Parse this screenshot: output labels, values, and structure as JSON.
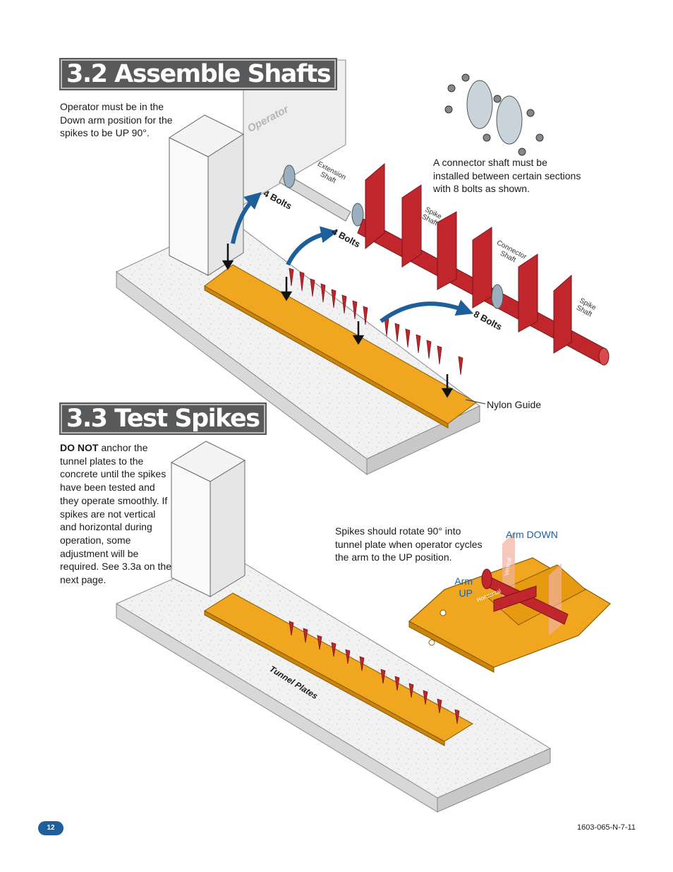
{
  "section_32": {
    "heading": "3.2 Assemble Shafts",
    "note": "Operator must be in the Down arm position for the spikes to be UP 90°.",
    "connector_note": "A connector shaft must be installed between certain sections with 8 bolts as shown.",
    "labels": {
      "operator": "Operator",
      "extension_shaft": "Extension Shaft",
      "spike_shaft_1": "Spike Shaft",
      "connector_shaft": "Connector Shaft",
      "spike_shaft_2": "Spike Shaft",
      "bolts_4a": "4 Bolts",
      "bolts_4b": "4 Bolts",
      "bolts_8": "8 Bolts",
      "nylon_guide": "Nylon Guide"
    }
  },
  "section_33": {
    "heading": "3.3 Test Spikes",
    "warning_bold": "DO NOT",
    "warning_rest": " anchor the tunnel plates to the concrete until the spikes have been tested and they operate smoothly. If spikes are not vertical and horizontal during operation, some adjustment will be required. See 3.3a on the next page.",
    "rotate_note": "Spikes should rotate 90° into tunnel plate when operator cycles the arm to the UP position.",
    "labels": {
      "arm_down": "Arm DOWN",
      "arm_up": "Arm UP",
      "vertical": "Vertical",
      "horizontal": "Horizontal",
      "tunnel_plates": "Tunnel Plates"
    }
  },
  "footer": {
    "page_number": "12",
    "doc_code": "1603-065-N-7-11"
  },
  "colors": {
    "heading_bg": "#58595b",
    "spike_red": "#c0262c",
    "tunnel_orange": "#f0a71f",
    "arrow_blue": "#1d5f9a",
    "label_blue": "#1f5fa0"
  }
}
